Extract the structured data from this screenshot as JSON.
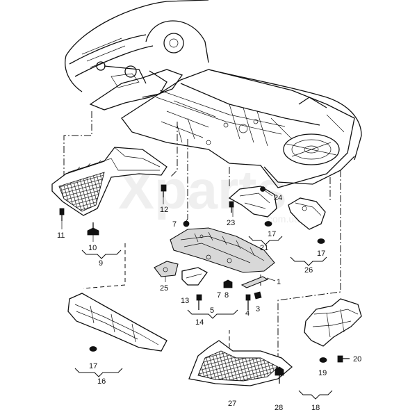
{
  "watermark": {
    "text": "Xparts",
    "sub": "com.ua"
  },
  "callouts": {
    "c1": "1",
    "c3": "3",
    "c4": "4",
    "c5": "5",
    "c7": "7",
    "c7b": "7",
    "c8": "8",
    "c9": "9",
    "c10": "10",
    "c11": "11",
    "c12": "12",
    "c13": "13",
    "c14": "14",
    "c16": "16",
    "c17a": "17",
    "c17b": "17",
    "c17c": "17",
    "c18": "18",
    "c19": "19",
    "c20": "20",
    "c21": "21",
    "c23": "23",
    "c24": "24",
    "c25": "25",
    "c26": "26",
    "c27": "27",
    "c28": "28"
  }
}
